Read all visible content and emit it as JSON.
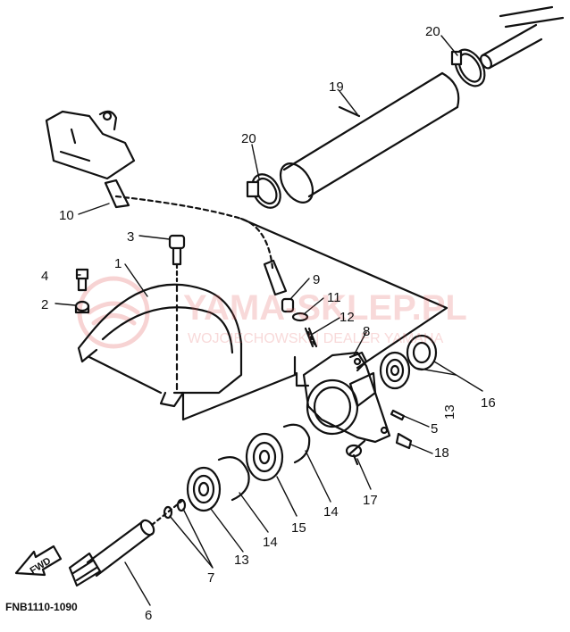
{
  "diagram": {
    "code": "FNB1110-1090",
    "fwd_label": "FWD",
    "watermark": {
      "main": "YAMA-SKLEP.PL",
      "sub": "WOJCIECHOWSKI | DEALER YAMAHA",
      "color": "#e05050"
    },
    "callouts": [
      "20",
      "19",
      "20",
      "10",
      "3",
      "4",
      "2",
      "1",
      "9",
      "11",
      "12",
      "8",
      "5",
      "13",
      "16",
      "18",
      "17",
      "14",
      "15",
      "13",
      "14",
      "7",
      "6"
    ]
  }
}
